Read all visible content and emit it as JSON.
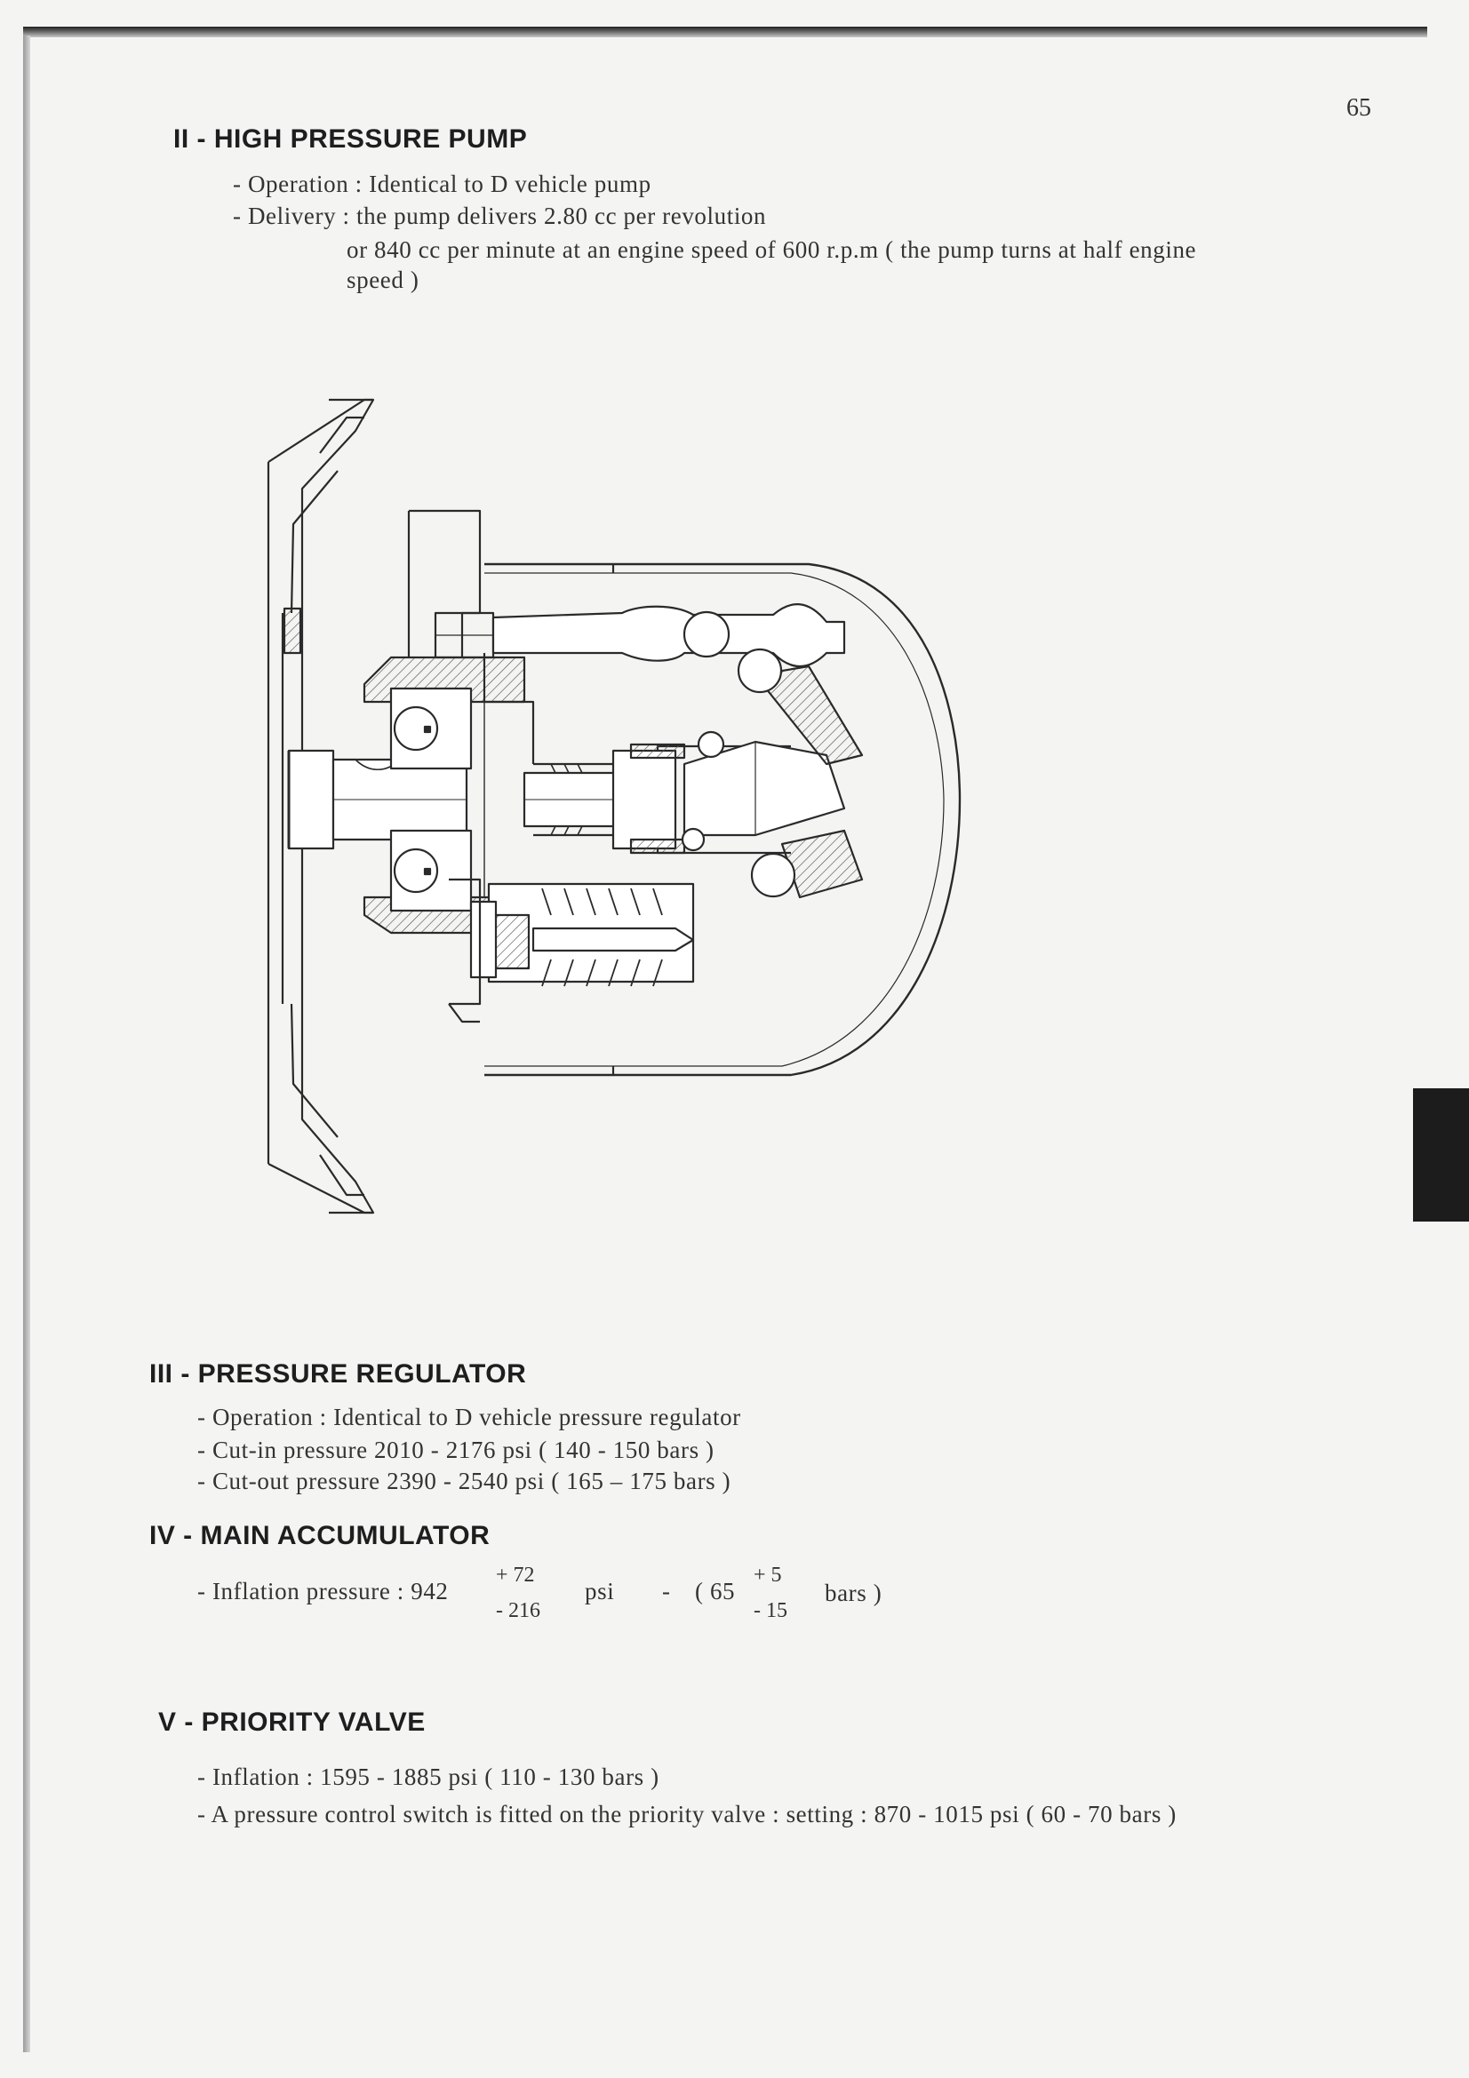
{
  "page": {
    "number": "65"
  },
  "sections": {
    "pump": {
      "heading": "II - HIGH PRESSURE PUMP",
      "lines": [
        "- Operation : Identical to D vehicle pump",
        "- Delivery : the pump delivers 2.80 cc per revolution",
        "or 840 cc per minute at an engine speed of 600 r.p.m ( the pump turns at half engine",
        "speed )"
      ]
    },
    "regulator": {
      "heading": "III - PRESSURE REGULATOR",
      "lines": [
        "- Operation : Identical to D vehicle pressure regulator",
        "- Cut-in pressure 2010 - 2176 psi ( 140 - 150 bars )",
        "- Cut-out pressure 2390 - 2540 psi ( 165 – 175 bars )"
      ]
    },
    "accumulator": {
      "heading": "IV - MAIN ACCUMULATOR",
      "prefix": "- Inflation pressure : 942",
      "psi_plus": "+ 72",
      "psi_minus": "- 216",
      "psi_unit": "psi",
      "dash": "-",
      "bars_open": "( 65",
      "bars_plus": "+ 5",
      "bars_minus": "- 15",
      "bars_unit": "bars )"
    },
    "priority": {
      "heading": "V - PRIORITY VALVE",
      "lines": [
        "- Inflation : 1595 - 1885 psi ( 110 - 130 bars )",
        "- A pressure control switch is fitted on the priority valve : setting : 870 - 1015 psi ( 60 - 70 bars )"
      ]
    }
  },
  "figure": {
    "subject": "high-pressure-pump-cross-section",
    "style": "technical line drawing, hatched section"
  }
}
